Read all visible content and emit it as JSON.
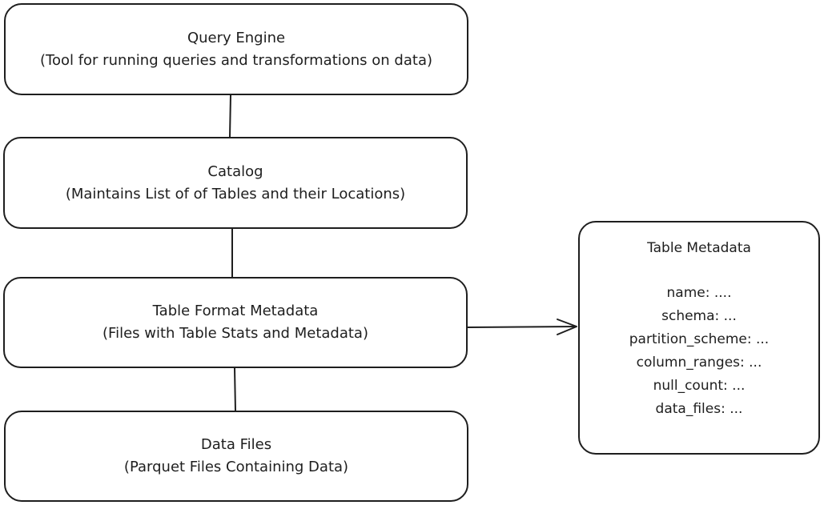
{
  "nodes": {
    "query_engine": {
      "title": "Query Engine",
      "subtitle": "(Tool for running queries and transformations on data)"
    },
    "catalog": {
      "title": "Catalog",
      "subtitle": "(Maintains List of of Tables and their Locations)"
    },
    "table_format_metadata": {
      "title": "Table Format Metadata",
      "subtitle": "(Files with Table Stats and Metadata)"
    },
    "data_files": {
      "title": "Data Files",
      "subtitle": "(Parquet Files Containing Data)"
    },
    "table_metadata": {
      "title": "Table Metadata",
      "fields": [
        "name: ....",
        "schema: ...",
        "partition_scheme: ...",
        "column_ranges: ...",
        "null_count: ...",
        "data_files: ..."
      ]
    }
  },
  "edges": [
    {
      "from": "query_engine",
      "to": "catalog",
      "arrow": false
    },
    {
      "from": "catalog",
      "to": "table_format_metadata",
      "arrow": false
    },
    {
      "from": "table_format_metadata",
      "to": "data_files",
      "arrow": false
    },
    {
      "from": "table_format_metadata",
      "to": "table_metadata",
      "arrow": true
    }
  ],
  "colors": {
    "stroke": "#1e1e1e",
    "fill": "#ffffff",
    "text": "#1e1e1e"
  }
}
